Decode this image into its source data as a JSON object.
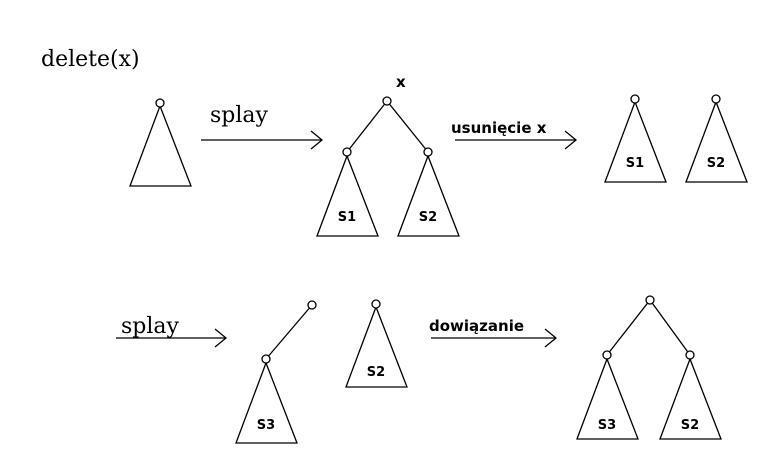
{
  "title": "delete(x)",
  "row1": {
    "step1_label": "splay",
    "root_label": "x",
    "step2_label": "usunięcie x",
    "subtree_left": "S1",
    "subtree_right": "S2"
  },
  "row2": {
    "step1_label": "splay",
    "step2_label": "dowiązanie",
    "subtree_left": "S3",
    "subtree_right": "S2"
  }
}
